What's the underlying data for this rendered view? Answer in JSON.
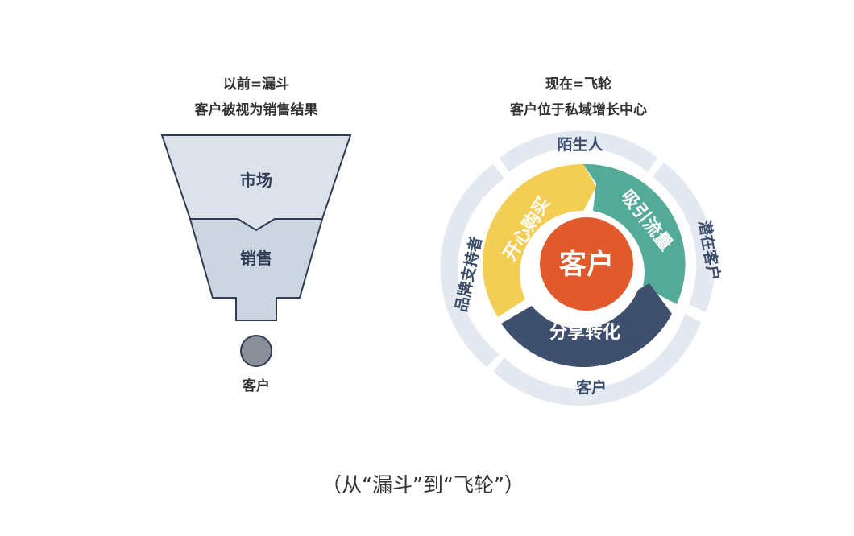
{
  "left": {
    "title_line1": "以前=漏斗",
    "title_line2": "客户被视为销售结果",
    "top_section": "市场",
    "middle_section": "销售",
    "output_label": "客户",
    "colors": {
      "top_fill": "#dde1ea",
      "middle_fill": "#cdd5e0",
      "stroke": "#2f3e55",
      "ball": "#8a8f99"
    }
  },
  "right": {
    "title_line1": "现在=飞轮",
    "title_line2": "客户位于私域增长中心",
    "center": "客户",
    "arrows": {
      "top_right": "吸引流量",
      "bottom": "分享转化",
      "top_left": "开心购买"
    },
    "outer_ring": {
      "top": "陌生人",
      "right": "潜在客户",
      "bottom": "客户",
      "left": "品牌支持者"
    },
    "colors": {
      "center": "#e05a2b",
      "teal": "#55ab9a",
      "navy": "#3f4f6e",
      "yellow": "#f2ce55",
      "outer": "#e3e8f1"
    }
  },
  "caption": "（从“漏斗”到“飞轮”）"
}
